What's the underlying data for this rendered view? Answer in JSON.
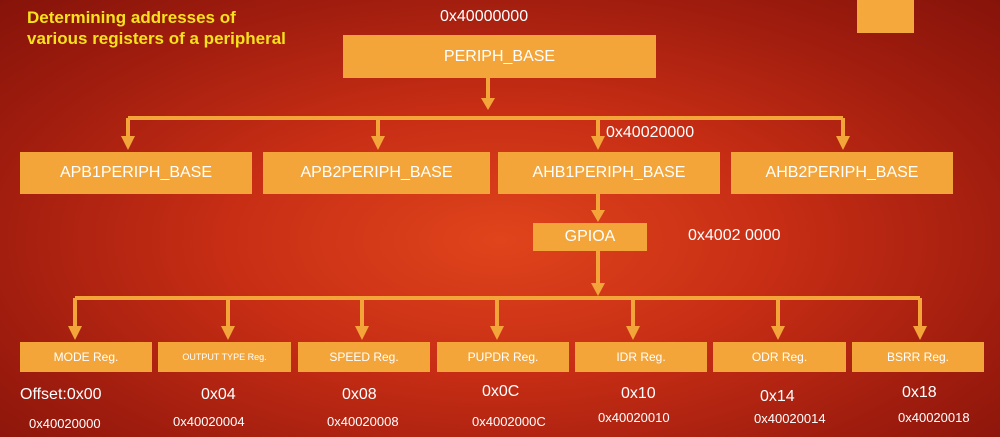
{
  "title": "Determining addresses of various registers of a peripheral",
  "periph_base": {
    "label": "PERIPH_BASE",
    "address": "0x40000000"
  },
  "buses": [
    {
      "label": "APB1PERIPH_BASE"
    },
    {
      "label": "APB2PERIPH_BASE"
    },
    {
      "label": "AHB1PERIPH_BASE",
      "address": "0x40020000"
    },
    {
      "label": "AHB2PERIPH_BASE"
    }
  ],
  "gpio": {
    "label": "GPIOA",
    "address": "0x4002 0000"
  },
  "registers": [
    {
      "label": "MODE Reg.",
      "offset": "Offset:0x00",
      "address": "0x40020000"
    },
    {
      "label": "OUTPUT TYPE Reg.",
      "offset": "0x04",
      "address": "0x40020004"
    },
    {
      "label": "SPEED Reg.",
      "offset": "0x08",
      "address": "0x40020008"
    },
    {
      "label": "PUPDR Reg.",
      "offset": "0x0C",
      "address": "0x4002000C"
    },
    {
      "label": "IDR Reg.",
      "offset": "0x10",
      "address": "0x40020010"
    },
    {
      "label": "ODR Reg.",
      "offset": "0x14",
      "address": "0x40020014"
    },
    {
      "label": "BSRR Reg.",
      "offset": "0x18",
      "address": "0x40020018"
    }
  ],
  "colors": {
    "box": "#f3a53a",
    "wire": "#f3a53a",
    "title": "#f5e21c",
    "text": "#ffffff"
  }
}
